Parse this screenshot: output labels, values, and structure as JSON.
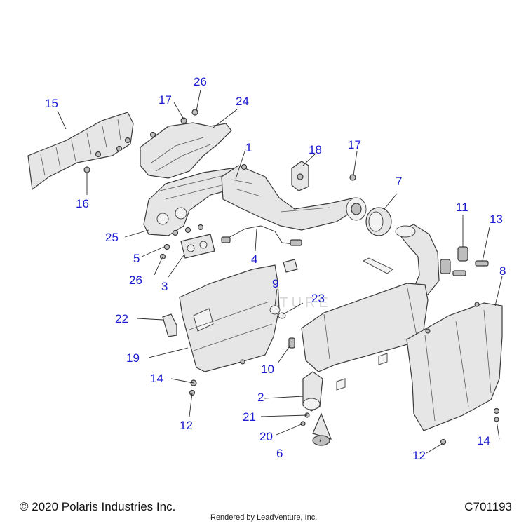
{
  "diagram": {
    "callouts": [
      "1",
      "2",
      "3",
      "4",
      "5",
      "6",
      "7",
      "8",
      "9",
      "10",
      "11",
      "12",
      "13",
      "14",
      "15",
      "16",
      "17",
      "18",
      "19",
      "20",
      "21",
      "22",
      "23",
      "24",
      "25",
      "26"
    ],
    "watermark": "LEADVENTURE"
  },
  "footer": {
    "copyright": "© 2020 Polaris Industries Inc.",
    "rendered_by": "Rendered by LeadVenture, Inc.",
    "figure_number": "C701193"
  }
}
